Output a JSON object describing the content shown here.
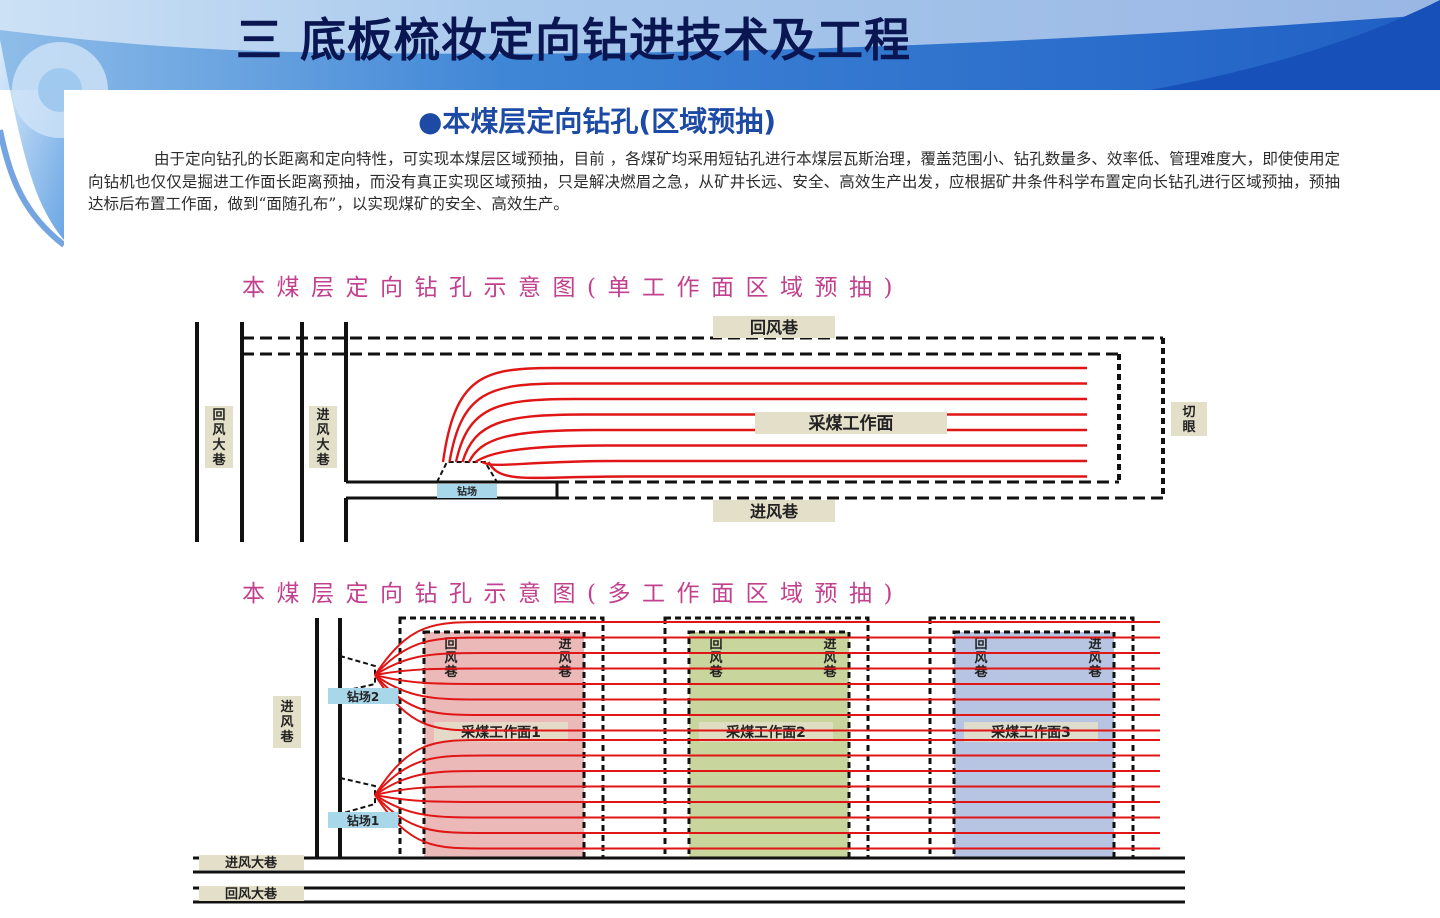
{
  "slide": {
    "title": "三   底板梳妆定向钻进技术及工程"
  },
  "section": {
    "title": "●本煤层定向钻孔(区域预抽)",
    "paragraph": "由于定向钻孔的长距离和定向特性，可实现本煤层区域预抽，目前 ，各煤矿均采用短钻孔进行本煤层瓦斯治理，覆盖范围小、钻孔数量多、效率低、管理难度大，即使使用定向钻机也仅仅是掘进工作面长距离预抽，而没有真正实现区域预抽，只是解决燃眉之急，从矿井长远、安全、高效生产出发，应根据矿井条件科学布置定向长钻孔进行区域预抽，预抽达标后布置工作面，做到“面随孔布”，以实现煤矿的安全、高效生产。"
  },
  "diagram_single": {
    "title": "本煤层定向钻孔示意图(单工作面区域预抽)",
    "labels": {
      "return_roadway": "回风巷",
      "intake_roadway": "进风巷",
      "working_face": "采煤工作面",
      "open_cut": "切眼",
      "return_main": "回风大巷",
      "intake_main": "进风大巷",
      "drill_site": "钻场"
    },
    "hole_count": 8
  },
  "diagram_multi": {
    "title": "本煤层定向钻孔示意图(多工作面区域预抽)",
    "labels": {
      "intake_roadway": "进风巷",
      "intake_main": "进风大巷",
      "return_main": "回风大巷",
      "drill_site_2": "钻场2",
      "drill_site_1": "钻场1"
    },
    "faces": [
      {
        "name": "采煤工作面1",
        "return": "回风巷",
        "intake": "进风巷",
        "color": "#ecb9b9"
      },
      {
        "name": "采煤工作面2",
        "return": "回风巷",
        "intake": "进风巷",
        "color": "#c8d59c"
      },
      {
        "name": "采煤工作面3",
        "return": "回风巷",
        "intake": "进风巷",
        "color": "#b7c5e2"
      }
    ],
    "holes_per_site": 8
  },
  "colors": {
    "title": "#0a1652",
    "subtitle": "#1c4aa4",
    "diagram_title": "#c2418f",
    "hole_line": "#e01515",
    "label_bg": "#e4dfc9",
    "drill_site_bg": "#a9d7ea"
  }
}
